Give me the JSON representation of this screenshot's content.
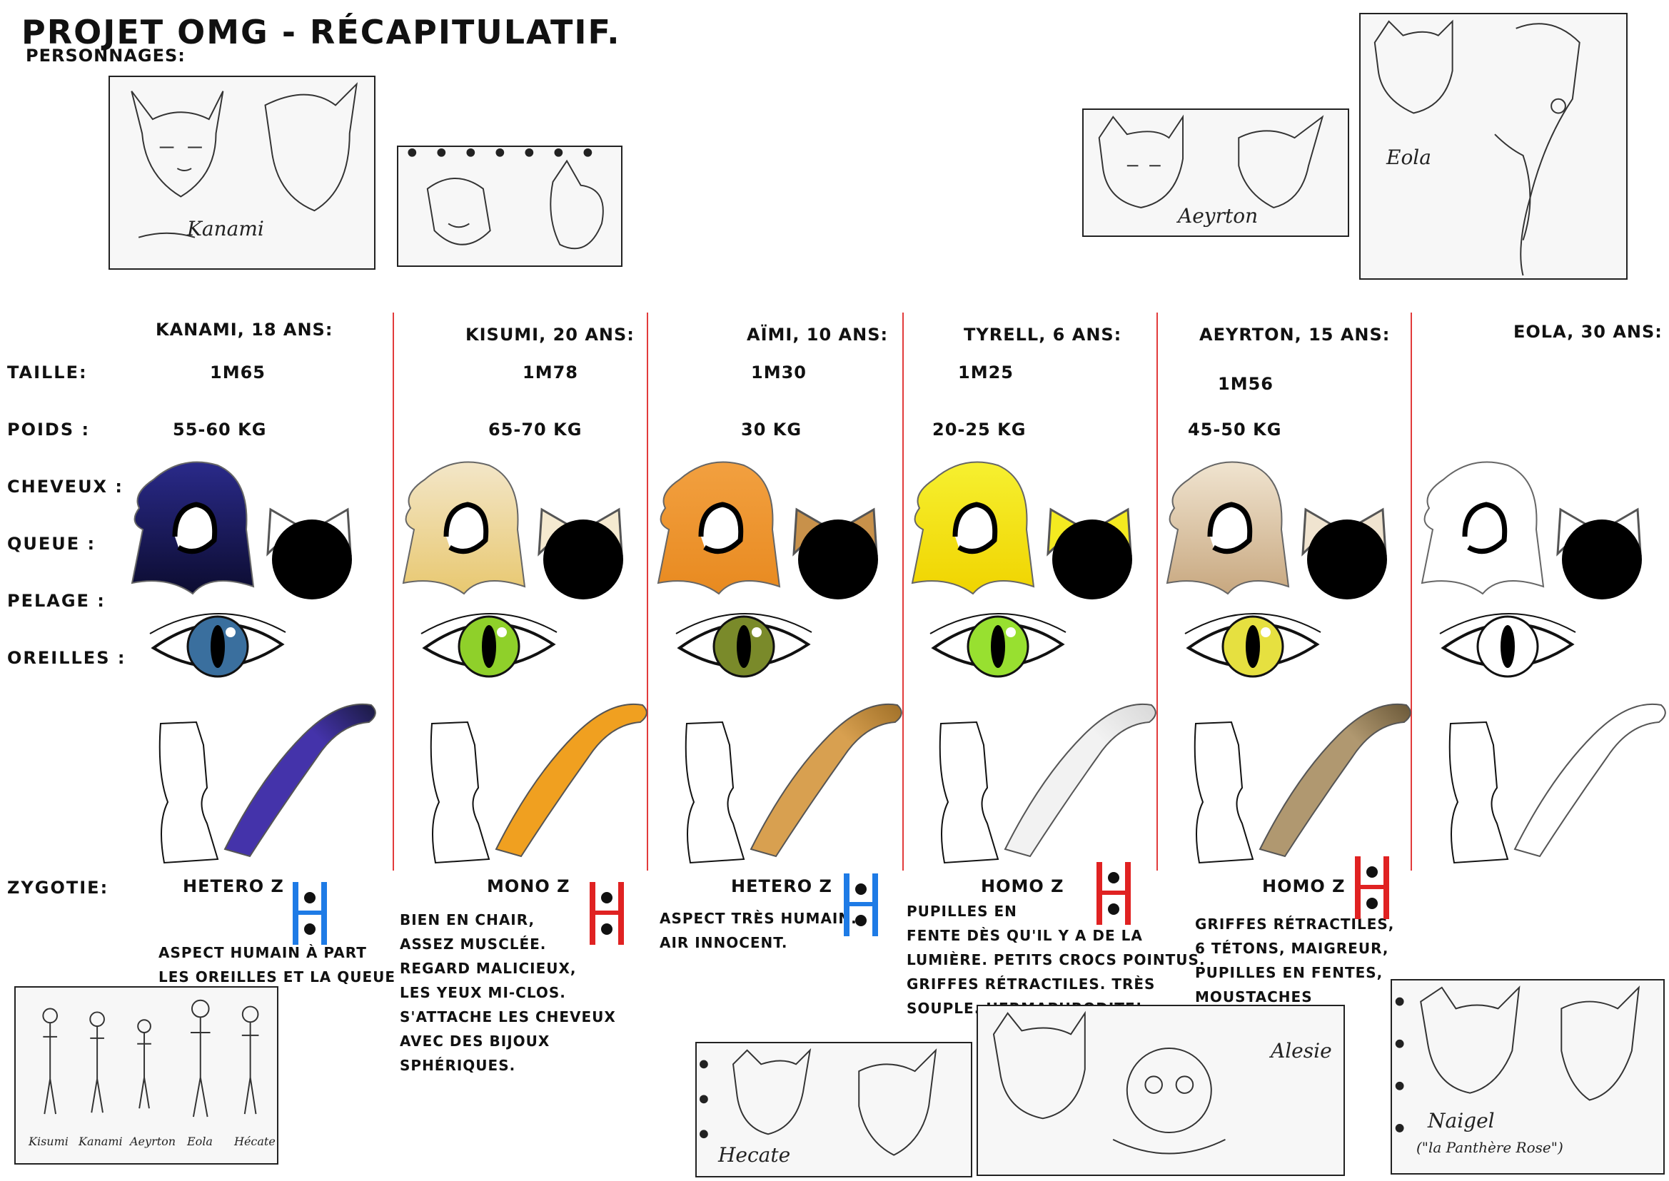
{
  "title": "Projet OMG - Récapitulatif.",
  "subtitle": "Personnages:",
  "row_labels": {
    "taille": "Taille:",
    "poids": "Poids :",
    "cheveux": "Cheveux :",
    "queue": "Queue :",
    "pelage": "Pelage :",
    "oreilles": "Oreilles :",
    "zygotie": "Zygotie:"
  },
  "characters": [
    {
      "name": "Kanami, 18 ans:",
      "taille": "1m65",
      "poids": "55-60 kg",
      "zygotie": "Hetero Z",
      "desc": [
        "Aspect humain à part",
        "les oreilles et la queue"
      ],
      "hair_color": "#2a2a8a",
      "hair_color2": "#0c0c30",
      "ear_color": "#ffffff",
      "iris_color": "#3a6f9e",
      "tail_color": "#4433aa",
      "tail_tip": "#1a1a40",
      "z_color": "#1e7be6"
    },
    {
      "name": "Kisumi, 20 ans:",
      "taille": "1m78",
      "poids": "65-70 kg",
      "zygotie": "Mono Z",
      "desc": [
        "Bien en chair,",
        "assez musclée.",
        "Regard malicieux,",
        "les yeux mi-clos.",
        "S'attache les cheveux",
        "avec des bijoux",
        "sphériques."
      ],
      "hair_color": "#f3e6c8",
      "hair_color2": "#e8c870",
      "ear_color": "#f5ead0",
      "iris_color": "#8fd02a",
      "tail_color": "#f0a020",
      "tail_tip": "#f0a020",
      "z_color": "#e02222"
    },
    {
      "name": "Aïmi, 10 ans:",
      "taille": "1m30",
      "poids": "30 kg",
      "zygotie": "Hetero Z",
      "desc": [
        "Aspect très humain.",
        "Air innocent."
      ],
      "hair_color": "#f2a040",
      "hair_color2": "#e88a20",
      "ear_color": "#c8914a",
      "iris_color": "#7a8a2a",
      "tail_color": "#d8a050",
      "tail_tip": "#a07028",
      "z_color": "#1e7be6"
    },
    {
      "name": "Tyrell, 6 ans:",
      "taille": "1m25",
      "poids": "20-25 kg",
      "zygotie": "Homo Z",
      "desc": [
        "Pupilles en",
        "fente dès qu'il y a de la",
        "lumière. Petits crocs pointus.",
        "Griffes rétractiles. Très",
        "souple. Hermaphrodite!"
      ],
      "hair_color": "#f6f030",
      "hair_color2": "#f0d400",
      "ear_color": "#f4ea20",
      "iris_color": "#98e030",
      "tail_color": "#f2f2f2",
      "tail_tip": "#d8d8d8",
      "z_color": "#e02222"
    },
    {
      "name": "Aeyrton, 15 ans:",
      "taille": "1m56",
      "poids": "45-50 kg",
      "zygotie": "Homo Z",
      "desc": [
        "Griffes rétractiles,",
        "6 tétons, maigreur,",
        "pupilles en fentes,",
        "moustaches"
      ],
      "hair_color": "#f0e4d0",
      "hair_color2": "#c8a880",
      "ear_color": "#f0e4d0",
      "iris_color": "#e6e040",
      "tail_color": "#b09870",
      "tail_tip": "#6a5838",
      "z_color": "#e02222"
    },
    {
      "name": "Eola, 30 ans:",
      "taille": "",
      "poids": "",
      "zygotie": "",
      "desc": [],
      "hair_color": "#ffffff",
      "hair_color2": "#ffffff",
      "ear_color": "#ffffff",
      "iris_color": "#ffffff",
      "tail_color": "#ffffff",
      "tail_tip": "#ffffff",
      "z_color": "#ffffff"
    }
  ],
  "sketches": {
    "kanami_caption": "Kanami",
    "aeyrton_caption": "Aeyrton",
    "eola_caption": "Eola",
    "hecate_caption": "Hecate",
    "alesie_caption": "Alesie",
    "naigel_caption": "Naigel",
    "naigel_sub": "(\"la Panthère Rose\")",
    "lineup_names": [
      "Kisumi",
      "Kanami",
      "Aeyrton",
      "Eola",
      "Hécate"
    ]
  }
}
